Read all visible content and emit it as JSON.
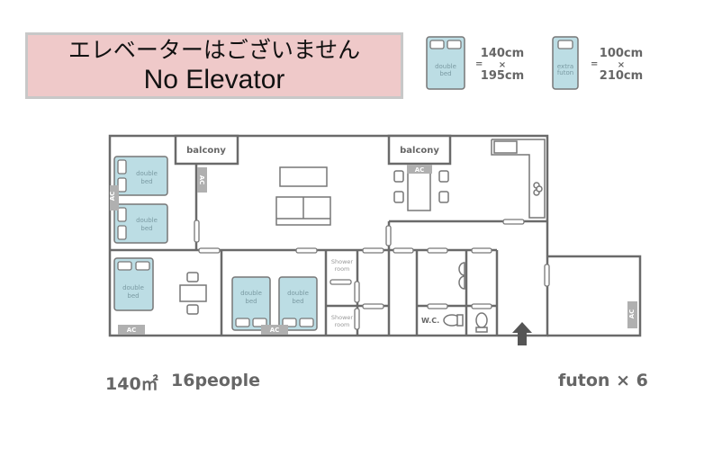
{
  "banner": {
    "japanese": "エレベーターはございません",
    "english": "No Elevator"
  },
  "legend": [
    {
      "bed_label_1": "double",
      "bed_label_2": "bed",
      "eq": "=",
      "width": "140cm",
      "times": "×",
      "length": "195cm"
    },
    {
      "bed_label_1": "extra",
      "bed_label_2": "futon",
      "eq": "=",
      "width": "100cm",
      "times": "×",
      "length": "210cm"
    }
  ],
  "floorplan": {
    "balcony_left": "balcony",
    "balcony_right": "balcony",
    "ac": "AC",
    "double_bed_1": "double",
    "double_bed_2": "bed",
    "shower_room_1": "Shower",
    "shower_room_2": "room",
    "wc": "W.C."
  },
  "footer": {
    "area": "140㎡",
    "people": "16people",
    "futon": "futon × 6"
  },
  "colors": {
    "banner_bg": "#efc9c9",
    "bed": "#bcdde4",
    "wall": "#6a6a6a",
    "ac": "#b0b0b0"
  }
}
